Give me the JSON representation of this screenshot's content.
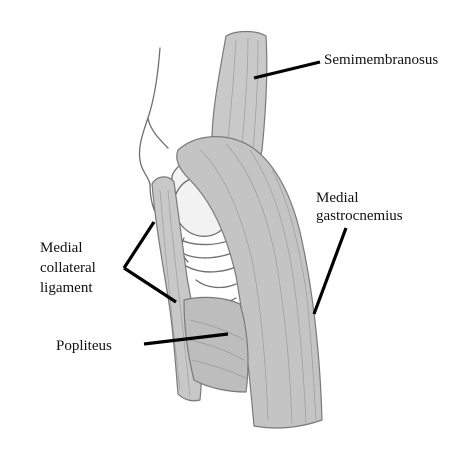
{
  "labels": {
    "semimembranosus": "Semimembranosus",
    "medial_gastrocnemius_line1": "Medial",
    "medial_gastrocnemius_line2": "gastrocnemius",
    "mcl_line1": "Medial",
    "mcl_line2": "collateral",
    "mcl_line3": "ligament",
    "popliteus": "Popliteus"
  },
  "colors": {
    "muscle_fill": "#c4c4c4",
    "muscle_dark": "#b3b3b3",
    "bone_outline": "#6f6f6f",
    "leader_line": "#000000",
    "background": "#ffffff"
  }
}
